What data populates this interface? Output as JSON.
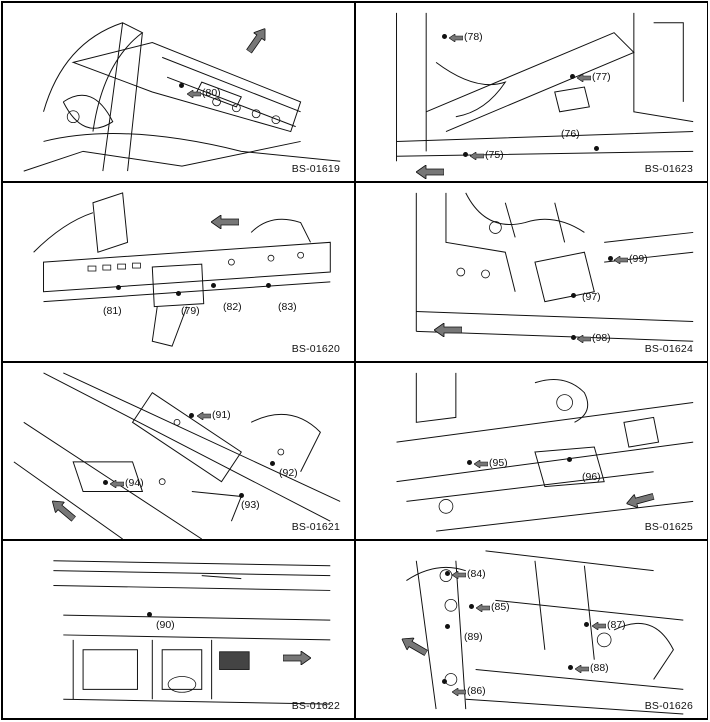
{
  "panels": [
    {
      "figure_id": "BS-01619",
      "callouts": [
        "(80)"
      ]
    },
    {
      "figure_id": "BS-01623",
      "callouts": [
        "(78)",
        "(77)",
        "(76)",
        "(75)"
      ]
    },
    {
      "figure_id": "BS-01620",
      "callouts": [
        "(81)",
        "(79)",
        "(82)",
        "(83)"
      ]
    },
    {
      "figure_id": "BS-01624",
      "callouts": [
        "(99)",
        "(97)",
        "(98)"
      ]
    },
    {
      "figure_id": "BS-01621",
      "callouts": [
        "(91)",
        "(94)",
        "(92)",
        "(93)"
      ]
    },
    {
      "figure_id": "BS-01625",
      "callouts": [
        "(95)",
        "(96)"
      ]
    },
    {
      "figure_id": "BS-01622",
      "callouts": [
        "(90)"
      ]
    },
    {
      "figure_id": "BS-01626",
      "callouts": [
        "(84)",
        "(85)",
        "(89)",
        "(87)",
        "(88)",
        "(86)"
      ]
    }
  ],
  "icons": {
    "direction_arrow": "front-direction-arrow-icon",
    "pointer": "callout-pointer-icon",
    "spot_weld": "spot-weld-dot-icon"
  },
  "colors": {
    "line": "#111111",
    "arrow_fill": "#777777",
    "background": "#ffffff"
  }
}
